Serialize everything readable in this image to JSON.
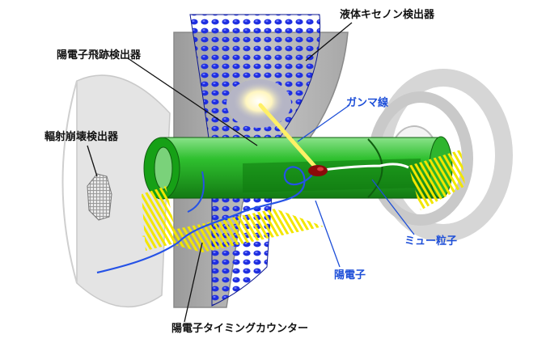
{
  "labels": {
    "liquid_xenon": "液体キセノン検出器",
    "positron_spectrometer": "陽電子飛跡検出器",
    "radiative_decay": "輻射崩壊検出器",
    "gamma_ray": "ガンマ線",
    "muon": "ミュー粒子",
    "positron": "陽電子",
    "timing_counter": "陽電子タイミングカウンター"
  },
  "colors": {
    "label_dark": "#111111",
    "label_blue": "#1e4fd8",
    "xenon_pmt": "#1f2fe0",
    "drift_chamber": "#1aa81a",
    "timing_bars": "#f2e600",
    "decay_point": "#8b0a0a"
  }
}
